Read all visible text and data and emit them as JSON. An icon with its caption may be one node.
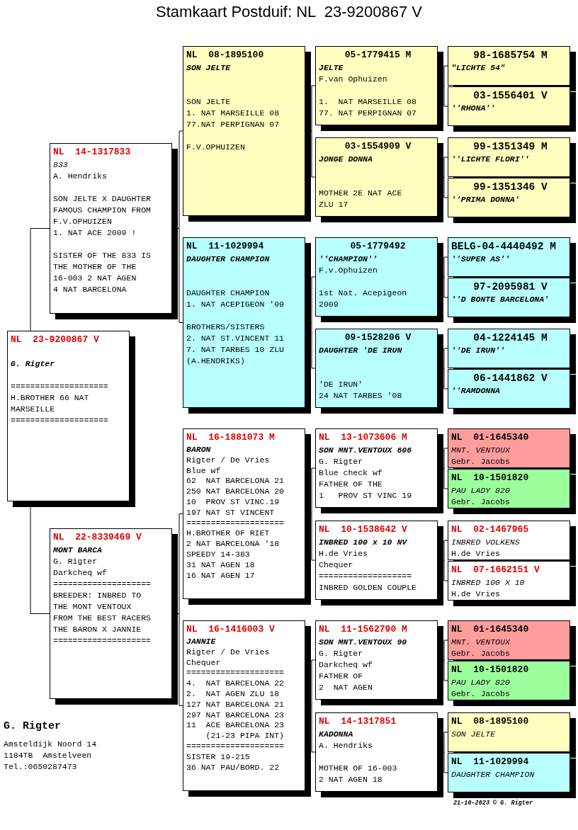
{
  "diagram": {
    "title": "Stamkaart Postduif: NL  23-9200867 V",
    "nodes": [
      {
        "text": [
          "NL  23-9200867 V",
          "G. Rigter",
          "====================",
          "H.BROTHER 66 NAT MARSEILLE",
          "===================="
        ]
      },
      {
        "text": [
          "NL  14-1317833",
          "833",
          "A. Hendriks",
          "SON JELTE X DAUGHTER FAMOUS CHAMPION FROM F.V.OPHUIZEN",
          "1. NAT ACE 2009 !",
          "SISTER OF THE 833 IS THE MOTHER OF THE 16-003 2 NAT AGEN",
          "4 NAT BARCELONA"
        ]
      },
      {
        "text": [
          "NL  22-8339469 V",
          "MONT BARCA",
          "G. Rigter",
          "Darkcheq wf",
          "====================",
          "BREEDER: INBRED TO THE MONT VENTOUX FROM THE BEST RACERS THE BARON X JANNIE",
          "===================="
        ]
      },
      {
        "text": [
          "NL  08-1895100",
          "SON JELTE",
          "SON JELTE",
          "1. NAT MARSEILLE 08",
          "77.NAT PERPIGNAN 07",
          "F.V.OPHUIZEN"
        ]
      },
      {
        "text": [
          "NL  11-1029994",
          "DAUGHTER CHAMPION",
          "DAUGHTER CHAMPION",
          "1. NAT ACEPIGEON '09",
          "BROTHERS/SISTERS",
          "2. NAT ST.VINCENT 11",
          "7. NAT TARBES 10 ZLU",
          "(A.HENDRIKS)"
        ]
      },
      {
        "text": [
          "NL  16-1881073 M",
          "BARON",
          "Rigter / De Vries",
          "Blue wf",
          "62  NAT BARCELONA 21",
          "250 NAT BARCELONA 20",
          "10  PROV ST VINC.19",
          "197 NAT ST VINCENT",
          "====================",
          "H.BROTHER OF RIET",
          "2 NAT BARCELONA '18",
          "SPEEDY 14-383",
          "31 NAT AGEN 18",
          "16 NAT AGEN 17"
        ]
      },
      {
        "text": [
          "NL  16-1416003 V",
          "JANNIE",
          "Rigter / De Vries",
          "Chequer",
          "====================",
          "4.  NAT BARCELONA 22",
          "2.  NAT AGEN ZLU 18",
          "127 NAT BARCELONA 21",
          "297 NAT BARCELONA 23",
          "11  ACE BARCELONA 23",
          "(21-23 PIPA INT)",
          "====================",
          "SISTER 19-215",
          "36 NAT PAU/BORD. 22"
        ]
      },
      {
        "text": [
          "05-1779415 M",
          "JELTE",
          "F.van Ophuizen",
          "1.  NAT MARSEILLE 08",
          "77. NAT PERPIGNAN 07"
        ]
      },
      {
        "text": [
          "03-1554909 V",
          "JONGE DONNA",
          "MOTHER 2E NAT ACE ZLU 17"
        ]
      },
      {
        "text": [
          "05-1779492",
          "''CHAMPION''",
          "F.v.Ophuizen",
          "1st Nat. Acepigeon 2009"
        ]
      },
      {
        "text": [
          "09-1528206 V",
          "DAUGHTER 'DE IRUN",
          "'DE IRUN'",
          "24 NAT TARBES '08"
        ]
      },
      {
        "text": [
          "NL  13-1073606 M",
          "SON MNT.VENTOUX 606",
          "G. Rigter",
          "Blue check wf",
          "FATHER OF THE",
          "1   PROV ST VINC 19"
        ]
      },
      {
        "text": [
          "NL  10-1538642 V",
          "INBRED 100 x 10 NV",
          "H.de Vries",
          "Chequer",
          "===================",
          "INBRED GOLDEN COUPLE"
        ]
      },
      {
        "text": [
          "NL  11-1562790 M",
          "SON MNT.VENTOUX 90",
          "G. Rigter",
          "Darkcheq wf",
          "FATHER OF",
          "2  NAT AGEN"
        ]
      },
      {
        "text": [
          "NL  14-1317851",
          "KADONNA",
          "A. Hendriks",
          "MOTHER OF 16-003",
          "2 NAT AGEN 18"
        ]
      },
      {
        "text": [
          "98-1685754 M",
          "\"LICHTE 54\""
        ]
      },
      {
        "text": [
          "03-1556401 V",
          "''RHONA''"
        ]
      },
      {
        "text": [
          "99-1351349 M",
          "''LICHTE FLORI''"
        ]
      },
      {
        "text": [
          "99-1351346 V",
          "''PRIMA DONNA'"
        ]
      },
      {
        "text": [
          "BELG-04-4440492 M",
          "''SUPER AS''"
        ]
      },
      {
        "text": [
          "97-2095981 V",
          "''D BONTE BARCELONA'"
        ]
      },
      {
        "text": [
          "04-1224145 M",
          "''DE IRUN''"
        ]
      },
      {
        "text": [
          "06-1441862 V",
          "''RAMDONNA"
        ]
      },
      {
        "text": [
          "NL  01-1645340",
          "MNT. VENTOUX",
          "Gebr. Jacobs"
        ]
      },
      {
        "text": [
          "NL  10-1501820",
          "PAU LADY 820",
          "Gebr. Jacobs"
        ]
      },
      {
        "text": [
          "NL  02-1467965",
          "INBRED VOLKENS",
          "H.de Vries"
        ]
      },
      {
        "text": [
          "NL  07-1662151 V",
          "INBRED 100 X 10",
          "H.de Vries"
        ]
      },
      {
        "text": [
          "NL  01-1645340",
          "MNT. VENTOUX",
          "Gebr. Jacobs"
        ]
      },
      {
        "text": [
          "NL  10-1501820",
          "PAU LADY 820",
          "Gebr. Jacobs"
        ]
      },
      {
        "text": [
          "NL  08-1895100",
          "SON JELTE"
        ]
      },
      {
        "text": [
          "NL  11-1029994",
          "DAUGHTER CHAMPION"
        ]
      }
    ],
    "edges": [
      {
        "from": 0,
        "to": 1,
        "arrow": "none"
      },
      {
        "from": 0,
        "to": 2,
        "arrow": "none"
      },
      {
        "from": 1,
        "to": 3,
        "arrow": "none"
      },
      {
        "from": 1,
        "to": 4,
        "arrow": "none"
      },
      {
        "from": 2,
        "to": 5,
        "arrow": "none"
      },
      {
        "from": 2,
        "to": 6,
        "arrow": "none"
      },
      {
        "from": 3,
        "to": 7,
        "arrow": "none"
      },
      {
        "from": 3,
        "to": 8,
        "arrow": "none"
      },
      {
        "from": 4,
        "to": 9,
        "arrow": "none"
      },
      {
        "from": 4,
        "to": 10,
        "arrow": "none"
      },
      {
        "from": 5,
        "to": 11,
        "arrow": "none"
      },
      {
        "from": 5,
        "to": 12,
        "arrow": "none"
      },
      {
        "from": 6,
        "to": 13,
        "arrow": "none"
      },
      {
        "from": 6,
        "to": 14,
        "arrow": "none"
      },
      {
        "from": 7,
        "to": 15,
        "arrow": "none"
      },
      {
        "from": 7,
        "to": 16,
        "arrow": "none"
      },
      {
        "from": 8,
        "to": 17,
        "arrow": "none"
      },
      {
        "from": 8,
        "to": 18,
        "arrow": "none"
      },
      {
        "from": 9,
        "to": 19,
        "arrow": "none"
      },
      {
        "from": 9,
        "to": 20,
        "arrow": "none"
      },
      {
        "from": 10,
        "to": 21,
        "arrow": "none"
      },
      {
        "from": 10,
        "to": 22,
        "arrow": "none"
      },
      {
        "from": 11,
        "to": 23,
        "arrow": "none"
      },
      {
        "from": 11,
        "to": 24,
        "arrow": "none"
      },
      {
        "from": 12,
        "to": 25,
        "arrow": "none"
      },
      {
        "from": 12,
        "to": 26,
        "arrow": "none"
      },
      {
        "from": 13,
        "to": 27,
        "arrow": "none"
      },
      {
        "from": 13,
        "to": 28,
        "arrow": "none"
      },
      {
        "from": 14,
        "to": 29,
        "arrow": "none"
      },
      {
        "from": 14,
        "to": 30,
        "arrow": "none"
      }
    ],
    "labels": [
      "G. Rigter",
      "Amsteldijk Noord 14",
      "1184TB  Amstelveen",
      "Tel.:0650287473",
      "21-10-2023 © G. Rigter"
    ]
  }
}
